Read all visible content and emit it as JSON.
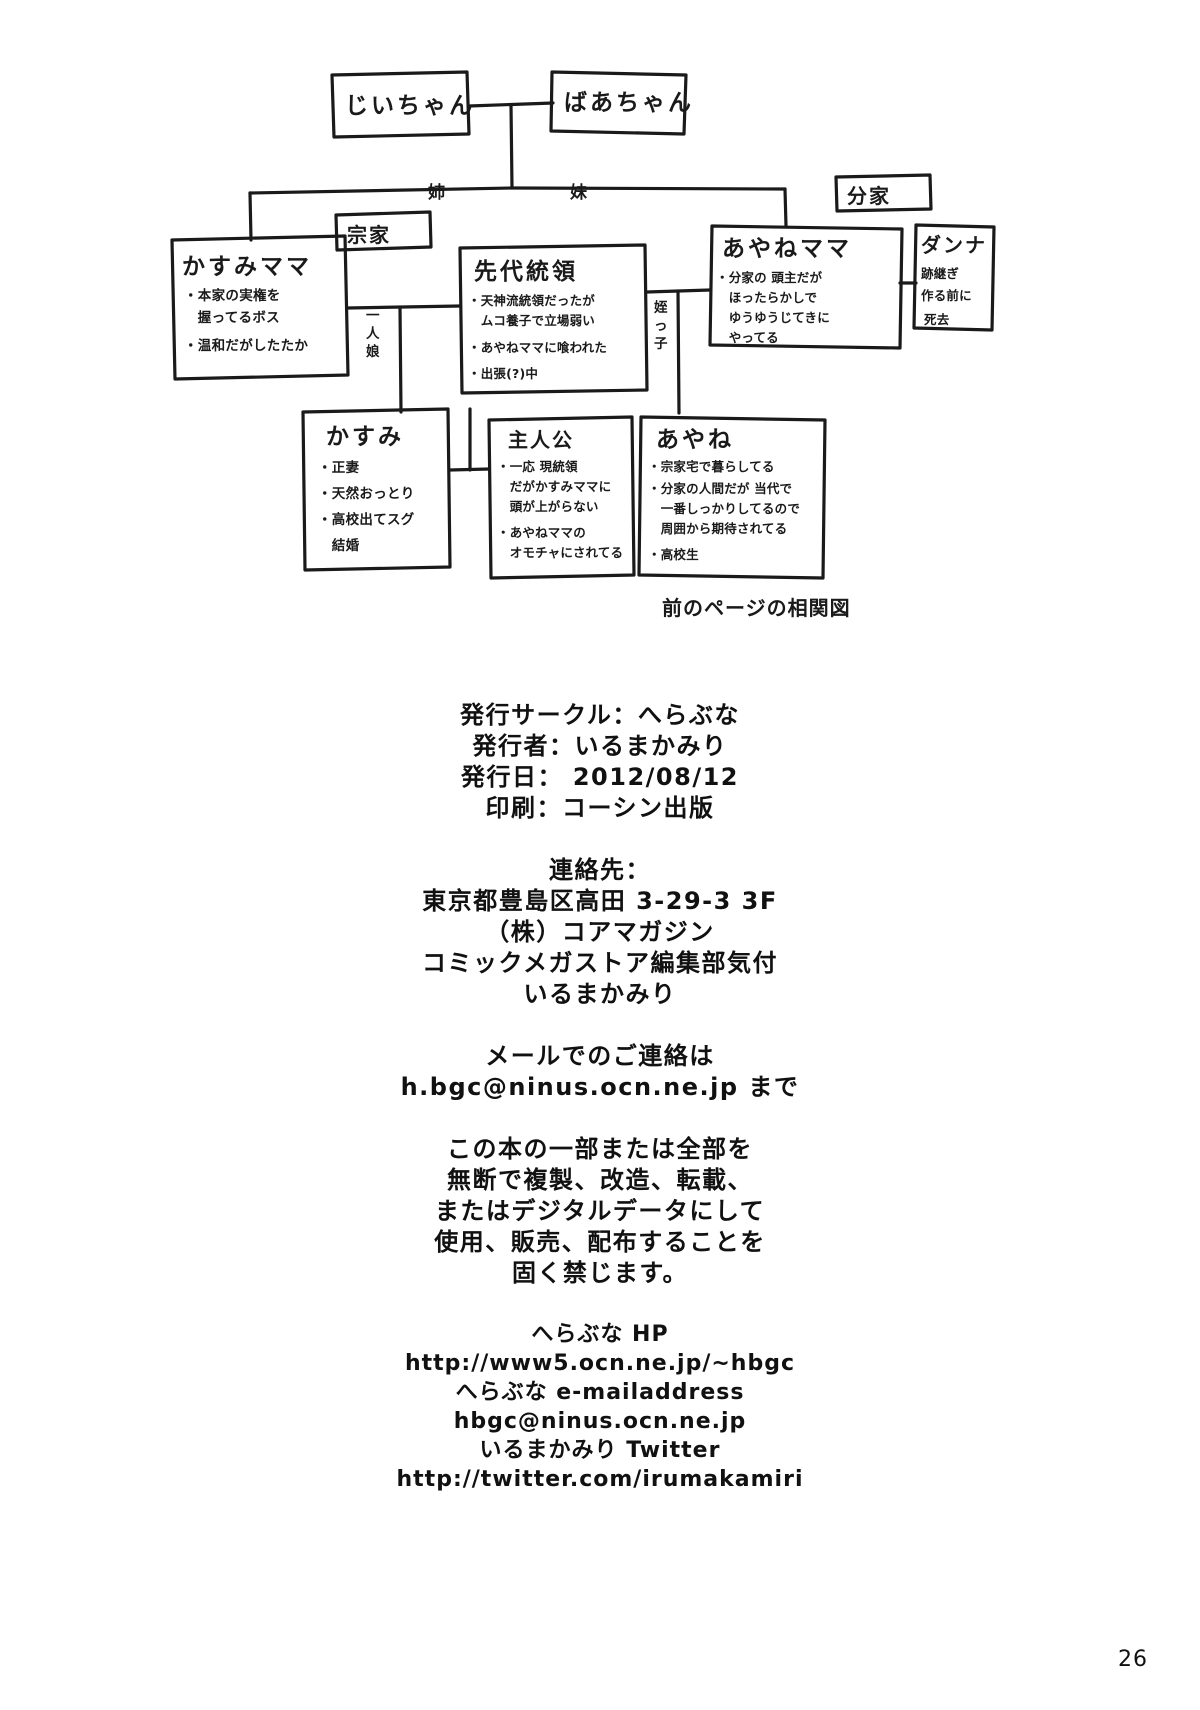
{
  "diagram": {
    "caption": "前のページの相関図",
    "nodes": {
      "grandpa": {
        "title": "じいちゃん"
      },
      "grandma": {
        "title": "ばあちゃん"
      },
      "kasumi_mama": {
        "title": "かすみママ",
        "lines": [
          "・本家の実権を",
          "　握ってるボス",
          "・温和だがしたたか"
        ]
      },
      "sendai_toryo": {
        "title": "先代統領",
        "lines": [
          "・天神流統領だったが",
          "　ムコ養子で立場弱い",
          "・あやねママに喰われた",
          "・出張(?)中"
        ]
      },
      "ayane_mama": {
        "title": "あやねママ",
        "lines": [
          "・分家の 頭主だが",
          "　ほったらかしで",
          "　ゆうゆうじてきに",
          "　やってる"
        ]
      },
      "danna": {
        "title": "ダンナ",
        "lines": [
          "跡継ぎ",
          "作る前に",
          "死去"
        ]
      },
      "kasumi": {
        "title": "かすみ",
        "lines": [
          "・正妻",
          "・天然おっとり",
          "・高校出てスグ",
          "　結婚"
        ]
      },
      "shujinkou": {
        "title": "主人公",
        "lines": [
          "・一応 現統領",
          "　だがかすみママに",
          "　頭が上がらない",
          "・あやねママの",
          "　オモチャにされてる"
        ]
      },
      "ayane": {
        "title": "あやね",
        "lines": [
          "・宗家宅で暮らしてる",
          "・分家の人間だが 当代で",
          "　一番しっかりしてるので",
          "　周囲から期待されてる",
          "・高校生"
        ]
      }
    },
    "labels": {
      "souke": "宗家",
      "bunke": "分家",
      "ane": "姉",
      "imouto": "妹",
      "hitori_musume": "一人娘",
      "meikko": "姪"
    }
  },
  "colophon": {
    "block1": [
      "発行サークル：へらぶな",
      "発行者：いるまかみり",
      "発行日： 2012/08/12",
      "印刷：コーシン出版"
    ],
    "block2": [
      "連絡先：",
      "東京都豊島区高田 3-29-3 3F",
      "（株）コアマガジン",
      "コミックメガストア編集部気付",
      "いるまかみり"
    ],
    "block3": [
      "メールでのご連絡は",
      "h.bgc@ninus.ocn.ne.jp まで"
    ],
    "block4": [
      "この本の一部または全部を",
      "無断で複製、改造、転載、",
      "またはデジタルデータにして",
      "使用、販売、配布することを",
      "固く禁じます。"
    ],
    "block5": [
      "へらぶな HP",
      "http://www5.ocn.ne.jp/~hbgc",
      "へらぶな e-mailaddress",
      "hbgc@ninus.ocn.ne.jp",
      "いるまかみり Twitter",
      "http://twitter.com/irumakamiri"
    ]
  },
  "page_number": "26"
}
